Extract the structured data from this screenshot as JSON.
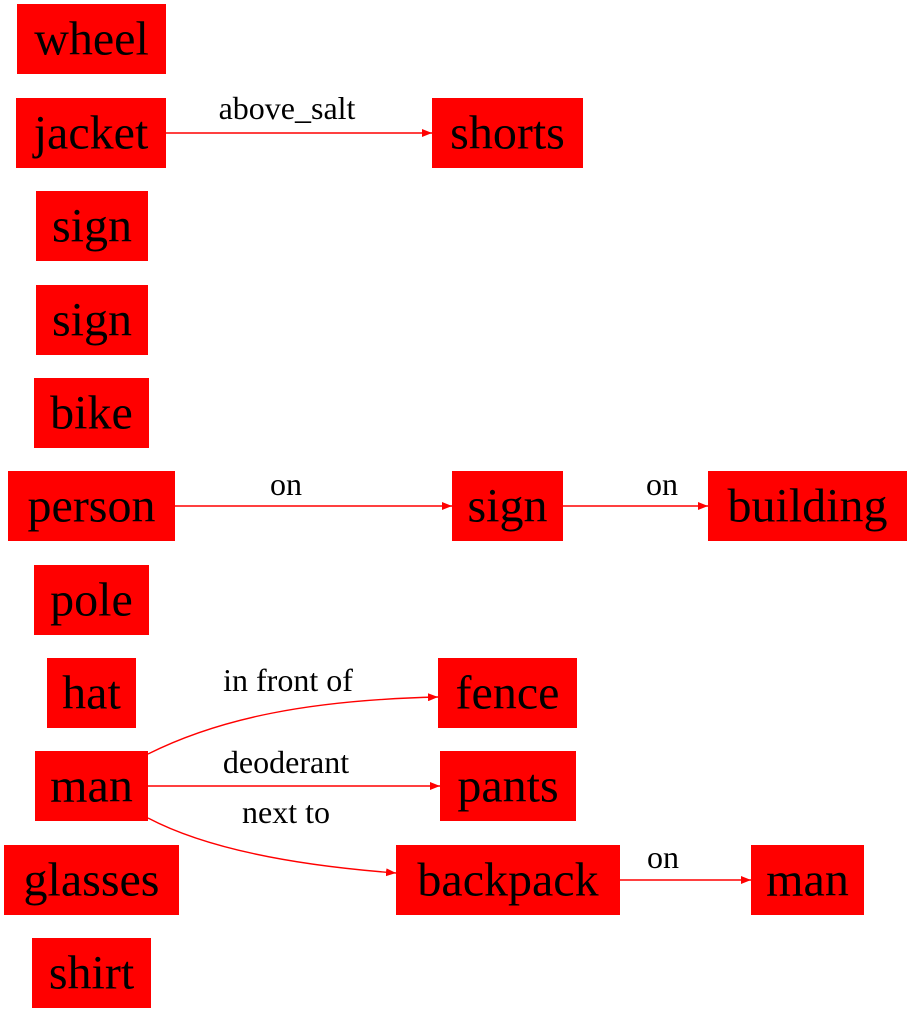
{
  "colors": {
    "node": "#ff0000",
    "edge": "#ff0000",
    "text": "#000000",
    "background": "#ffffff"
  },
  "nodes": {
    "wheel": "wheel",
    "jacket": "jacket",
    "shorts": "shorts",
    "sign_1": "sign",
    "sign_2": "sign",
    "bike": "bike",
    "person": "person",
    "sign_3": "sign",
    "building": "building",
    "pole": "pole",
    "hat": "hat",
    "man_1": "man",
    "fence": "fence",
    "pants": "pants",
    "glasses": "glasses",
    "backpack": "backpack",
    "man_2": "man",
    "shirt": "shirt"
  },
  "edges": {
    "jacket_shorts": "above_salt",
    "person_sign": "on",
    "sign_building": "on",
    "man_fence": "in front of",
    "man_pants": "deoderant",
    "man_backpack": "next to",
    "backpack_man": "on"
  }
}
